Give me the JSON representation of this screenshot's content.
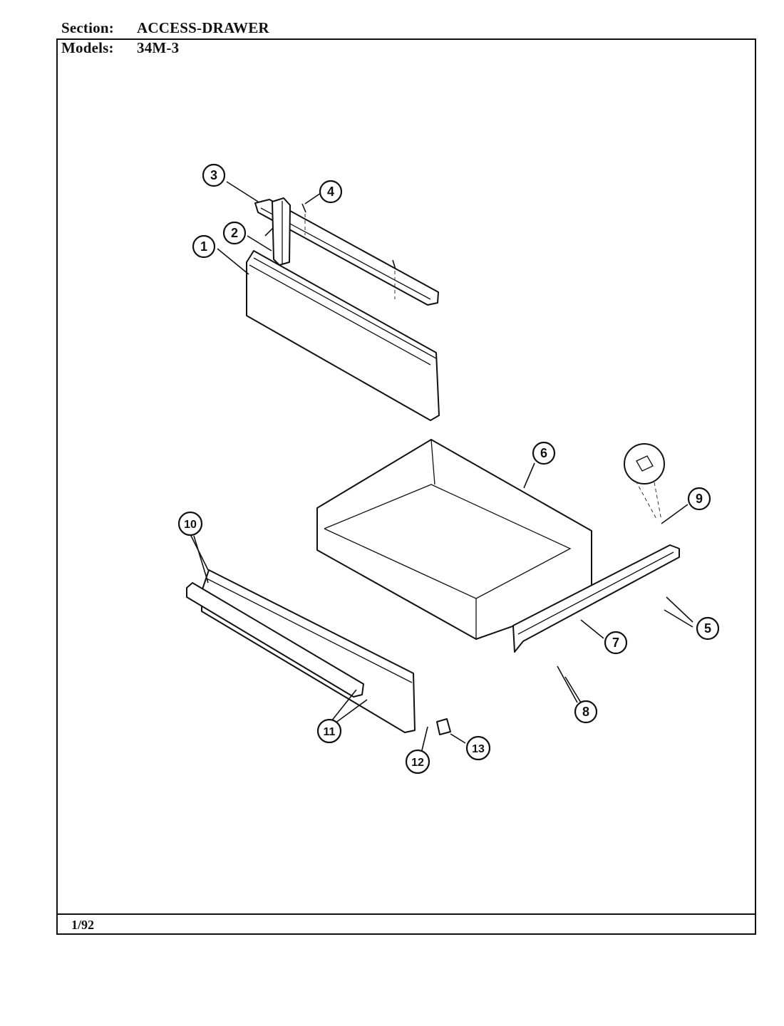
{
  "header": {
    "section_label": "Section:",
    "section_value": "ACCESS-DRAWER",
    "models_label": "Models:",
    "models_value": "34M-3"
  },
  "footer": {
    "date": "1/92"
  },
  "diagram": {
    "callouts": [
      "1",
      "2",
      "3",
      "4",
      "5",
      "6",
      "7",
      "8",
      "9",
      "10",
      "11",
      "12",
      "13"
    ]
  }
}
